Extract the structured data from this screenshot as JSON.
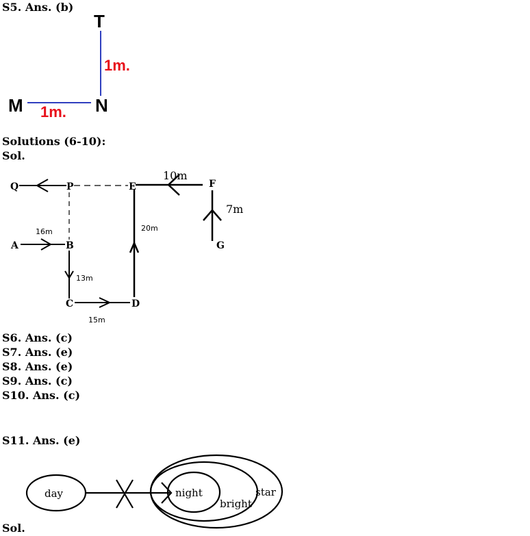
{
  "s5": {
    "heading": "S5. Ans. (b)",
    "labels": {
      "t": "T",
      "m": "M",
      "n": "N",
      "vertical_dist": "1m.",
      "horizontal_dist": "1m."
    }
  },
  "solutions": {
    "heading": "Solutions (6-10):",
    "sol": "Sol.",
    "labels": {
      "q": "Q",
      "p": "P",
      "e": "E",
      "f": "F",
      "g": "G",
      "a": "A",
      "b": "B",
      "c": "C",
      "d": "D",
      "ef": "10m",
      "fg": "7m",
      "ab": "16m",
      "ed": "20m",
      "bc": "13m",
      "cd": "15m"
    }
  },
  "answers": [
    "S6. Ans. (c)",
    "S7. Ans. (e)",
    "S8. Ans. (e)",
    "S9. Ans. (c)",
    "S10. Ans. (c)"
  ],
  "s11": {
    "heading": "S11. Ans. (e)",
    "labels": {
      "day": "day",
      "night": "night",
      "bright": "bright",
      "star": "star"
    },
    "sol": "Sol."
  },
  "colors": {
    "line_blue": "#2f3fbf",
    "label_red": "#e8101a",
    "ink": "#000000"
  }
}
